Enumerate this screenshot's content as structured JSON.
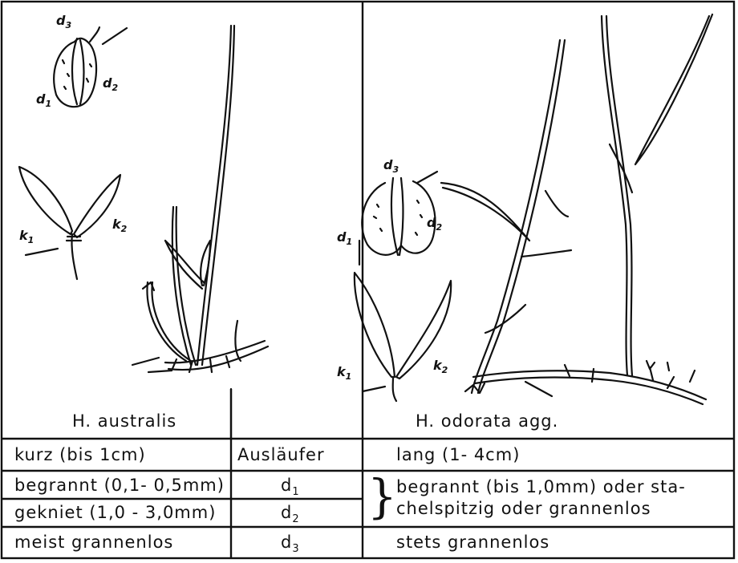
{
  "panels": {
    "left": {
      "species_name": "H. australis",
      "labels": {
        "d1": "d",
        "d1_sub": "1",
        "d2": "d",
        "d2_sub": "2",
        "d3": "d",
        "d3_sub": "3",
        "k1": "k",
        "k1_sub": "1",
        "k2": "k",
        "k2_sub": "2"
      }
    },
    "right": {
      "species_name": "H. odorata agg.",
      "labels": {
        "d1": "d",
        "d1_sub": "1",
        "d2": "d",
        "d2_sub": "2",
        "d3": "d",
        "d3_sub": "3",
        "k1": "k",
        "k1_sub": "1",
        "k2": "k",
        "k2_sub": "2"
      }
    }
  },
  "table": {
    "rows": [
      {
        "left": "kurz (bis 1cm)",
        "middle": "Ausläufer",
        "right": "lang (1- 4cm)"
      },
      {
        "left": "begrannt (0,1- 0,5mm)",
        "middle": "d",
        "middle_sub": "1",
        "right": "begrannt (bis 1,0mm) oder sta-"
      },
      {
        "left": "gekniet (1,0 - 3,0mm)",
        "middle": "d",
        "middle_sub": "2",
        "right": "chelspitzig oder grannenlos"
      },
      {
        "left": "meist grannenlos",
        "middle": "d",
        "middle_sub": "3",
        "right": "stets grannenlos"
      }
    ],
    "brace": "}"
  }
}
